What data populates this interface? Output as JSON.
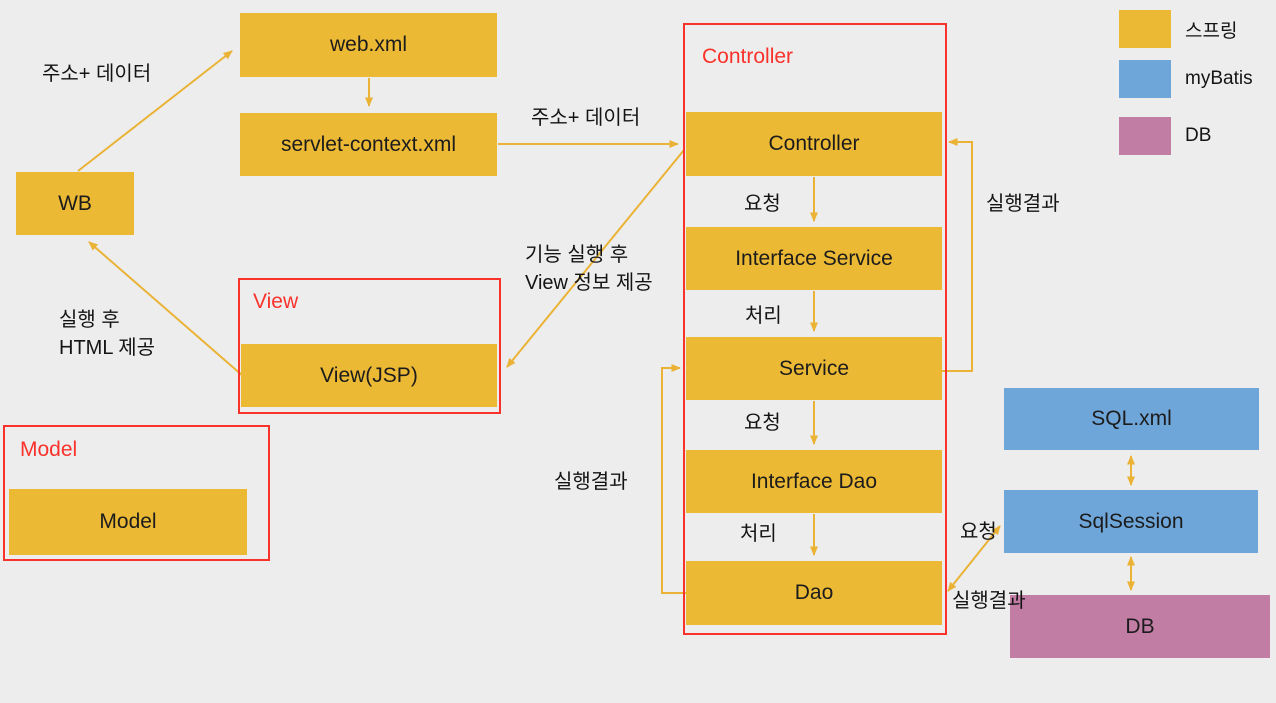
{
  "legend": {
    "items": [
      {
        "label": "스프링",
        "color": "#ECB935"
      },
      {
        "label": "myBatis",
        "color": "#6FA6D9"
      },
      {
        "label": "DB",
        "color": "#C27DA5"
      }
    ]
  },
  "groups": {
    "controller": {
      "label": "Controller"
    },
    "view": {
      "label": "View"
    },
    "model": {
      "label": "Model"
    }
  },
  "boxes": {
    "wb": {
      "label": "WB"
    },
    "web_xml": {
      "label": "web.xml"
    },
    "servlet_context": {
      "label": "servlet-context.xml"
    },
    "view_jsp": {
      "label": "View(JSP)"
    },
    "model": {
      "label": "Model"
    },
    "controller": {
      "label": "Controller"
    },
    "interface_service": {
      "label": "Interface Service"
    },
    "service": {
      "label": "Service"
    },
    "interface_dao": {
      "label": "Interface Dao"
    },
    "dao": {
      "label": "Dao"
    },
    "sql_xml": {
      "label": "SQL.xml"
    },
    "sql_session": {
      "label": "SqlSession"
    },
    "db": {
      "label": "DB"
    }
  },
  "edge_labels": {
    "address_data_top": "주소+ 데이터",
    "address_data_mid": "주소+ 데이터",
    "request_controller_service": "요청",
    "process_interface_service": "처리",
    "request_service_dao": "요청",
    "process_interface_dao": "처리",
    "exec_result_service_controller": "실행결과",
    "exec_result_dao_service": "실행결과",
    "func_exec_line1": "기능 실행 후",
    "func_exec_line2": "View 정보 제공",
    "exec_html_line1": "실행 후",
    "exec_html_line2": "HTML 제공",
    "request_dao_sqlsession": "요청",
    "exec_result_sqlsession_dao": "실행결과"
  },
  "colors": {
    "background": "#EDEDEE",
    "spring_yellow": "#ECB935",
    "mybatis_blue": "#6FA6D9",
    "db_pink": "#C27DA5",
    "group_border_red": "#F9322B",
    "arrow_gold": "#EAB335"
  }
}
